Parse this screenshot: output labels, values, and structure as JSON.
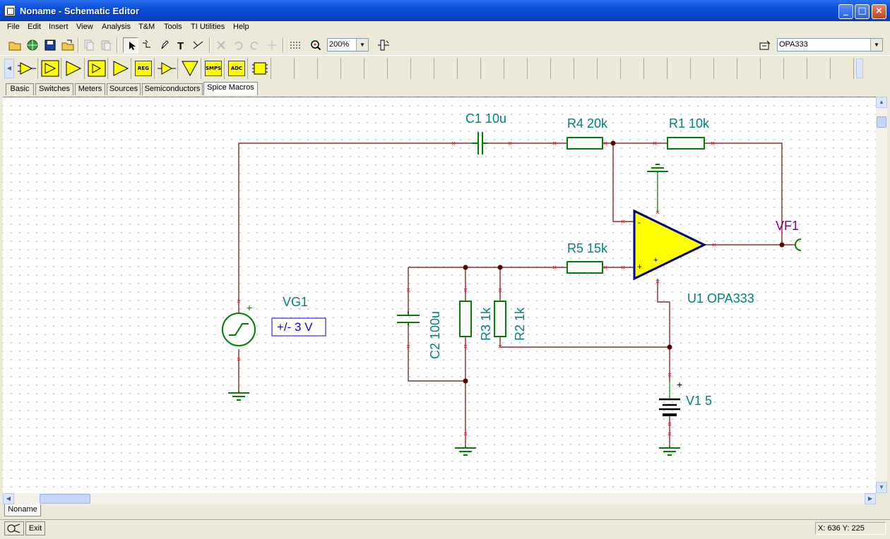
{
  "window": {
    "title": "Noname - Schematic Editor"
  },
  "menu": [
    "File",
    "Edit",
    "Insert",
    "View",
    "Analysis",
    "T&M",
    "Tools",
    "TI Utilities",
    "Help"
  ],
  "toolbar": {
    "zoom": "200%",
    "part": "OPA333"
  },
  "comp_icons": [
    "opamp-icon",
    "opamp-icon",
    "opamp-icon",
    "opamp-icon",
    "opamp-icon",
    "REG",
    "opamp-icon",
    "opamp-icon",
    "SMPS",
    "ADC",
    "chip-icon"
  ],
  "tabs": [
    "Basic",
    "Switches",
    "Meters",
    "Sources",
    "Semiconductors",
    "Spice Macros"
  ],
  "schematic": {
    "c1": "C1 10u",
    "r4": "R4 20k",
    "r1": "R1 10k",
    "r5": "R5 15k",
    "vf1": "VF1",
    "vg1": "VG1",
    "vg1_value": "+/- 3 V",
    "u1": "U1 OPA333",
    "c2": "C2 100u",
    "r3": "R3 1k",
    "r2": "R2 1k",
    "v1": "V1 5",
    "plus": "+",
    "minus": "-"
  },
  "document_tab": "Noname",
  "status": {
    "exit": "Exit",
    "coords": "X: 636  Y: 225"
  },
  "colors": {
    "wire": "#800000",
    "component": "#008000",
    "label": "#008080",
    "probe": "#800080",
    "opamp_fill": "#ffff00",
    "opamp_stroke": "#000080",
    "source_label": "#0000ff"
  }
}
